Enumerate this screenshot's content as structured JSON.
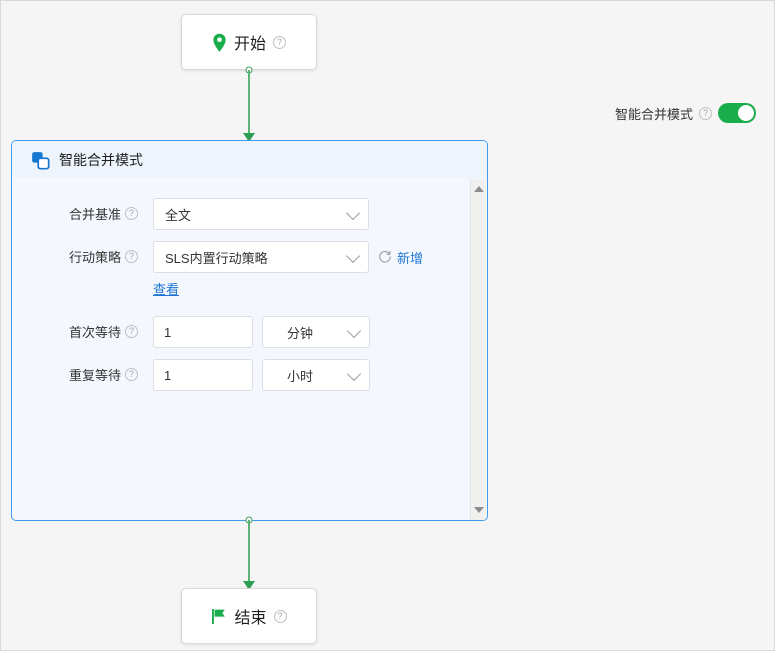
{
  "canvas": {
    "background": "#f5f5f6",
    "border_color": "#d9d9d9"
  },
  "toggle": {
    "label": "智能合并模式",
    "help": "?",
    "state": "on",
    "accent": "#1aad4b"
  },
  "nodes": {
    "start": {
      "title": "开始",
      "help": "?",
      "icon": "location-pin-icon",
      "icon_color": "#1aad4b"
    },
    "end": {
      "title": "结束",
      "help": "?",
      "icon": "flag-icon",
      "icon_color": "#1aad4b"
    }
  },
  "connectors": {
    "color": "#5ab477",
    "arrow_color": "#2e9e52",
    "anchor_color": "#3a9d5d"
  },
  "panel": {
    "title": "智能合并模式",
    "icon": "merge-squares-icon",
    "icon_color": "#1677d2",
    "border_color": "#3f9af0",
    "background": "#f4f8fe",
    "header_background": "#eef4fb",
    "fields": [
      {
        "label": "合并基准",
        "help": "?",
        "type": "select",
        "value": "全文"
      },
      {
        "label": "行动策略",
        "help": "?",
        "type": "select-with-actions",
        "value": "SLS内置行动策略",
        "refresh_icon": "refresh-icon",
        "add_label": "新增",
        "view_label": "查看"
      },
      {
        "label": "首次等待",
        "help": "?",
        "type": "number-unit",
        "value": "1",
        "unit": "分钟"
      },
      {
        "label": "重复等待",
        "help": "?",
        "type": "number-unit",
        "value": "1",
        "unit": "小时"
      }
    ],
    "scrollbar": {
      "up": "scroll-up-arrow-icon",
      "down": "scroll-down-arrow-icon"
    }
  }
}
